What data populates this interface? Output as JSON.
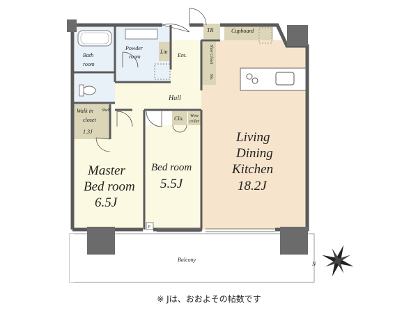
{
  "rooms": {
    "cupboard": "Cupboard",
    "tr": "TR",
    "bath": [
      "Bath",
      "room"
    ],
    "powder": [
      "Powder",
      "room"
    ],
    "lin": "Lin",
    "ent": "Ent.",
    "shoe_closet": "Shoe Closet",
    "stn": "Stn.",
    "hall": "Hall",
    "walk_in": [
      "Walk in",
      "closet",
      "1.3J"
    ],
    "shelf": "Shelf",
    "clo": "Clo.",
    "wine": [
      "Wine",
      "cellar"
    ],
    "ldk": [
      "Living",
      "Dining",
      "Kitchen",
      "18.2J"
    ],
    "master": [
      "Master",
      "Bed room",
      "6.5J"
    ],
    "bed": [
      "Bed room",
      "5.5J"
    ],
    "balcony": "Balcony",
    "p": "P"
  },
  "compass": {
    "letter": "N"
  },
  "note": "※ Jは、おおよその帖数です",
  "colors": {
    "wall": "#5a5a5a",
    "room_bg": "#fbf9e1",
    "ldk_bg": "#f6e4cc",
    "wet_bg": "#e8f0f8",
    "closet_bg": "#dcd6b8",
    "balcony_bg": "#ffffff"
  }
}
